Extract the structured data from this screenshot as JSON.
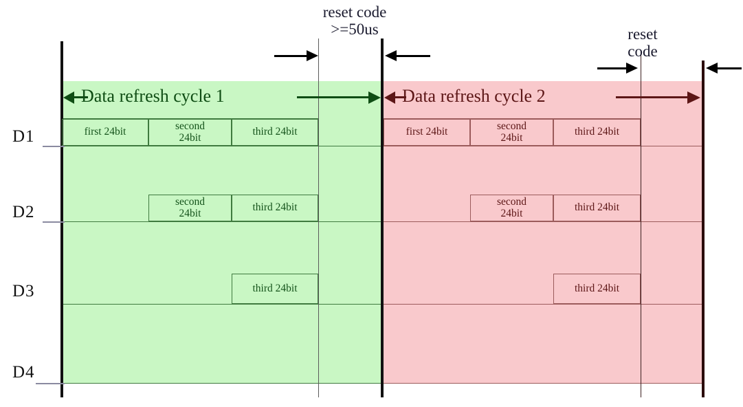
{
  "diagram": {
    "title": "LED data refresh timing diagram",
    "colors": {
      "cycle1_fill": "#c9f7c4",
      "cycle1_text": "#0f4d14",
      "cycle2_fill": "#f9c9cc",
      "cycle2_text": "#5c1616",
      "rail": "#111111"
    },
    "reset_markers": [
      {
        "name": "reset-code-50us",
        "line1": "reset code",
        "line2": ">=50us"
      },
      {
        "name": "reset-code",
        "line1": "reset",
        "line2": "code"
      }
    ],
    "channels": [
      {
        "label": "D1"
      },
      {
        "label": "D2"
      },
      {
        "label": "D3"
      },
      {
        "label": "D4"
      }
    ],
    "cycles": [
      {
        "name": "cycle-1",
        "label": "Data refresh cycle 1",
        "rows": [
          {
            "channel": "D1",
            "boxes": [
              {
                "text": "first 24bit"
              },
              {
                "text": "second\n24bit"
              },
              {
                "text": "third 24bit"
              }
            ]
          },
          {
            "channel": "D2",
            "boxes": [
              {
                "text": "second\n24bit"
              },
              {
                "text": "third 24bit"
              }
            ]
          },
          {
            "channel": "D3",
            "boxes": [
              {
                "text": "third 24bit"
              }
            ]
          },
          {
            "channel": "D4",
            "boxes": []
          }
        ]
      },
      {
        "name": "cycle-2",
        "label": "Data refresh cycle 2",
        "rows": [
          {
            "channel": "D1",
            "boxes": [
              {
                "text": "first 24bit"
              },
              {
                "text": "second\n24bit"
              },
              {
                "text": "third 24bit"
              }
            ]
          },
          {
            "channel": "D2",
            "boxes": [
              {
                "text": "second\n24bit"
              },
              {
                "text": "third 24bit"
              }
            ]
          },
          {
            "channel": "D3",
            "boxes": [
              {
                "text": "third 24bit"
              }
            ]
          },
          {
            "channel": "D4",
            "boxes": []
          }
        ]
      }
    ]
  }
}
